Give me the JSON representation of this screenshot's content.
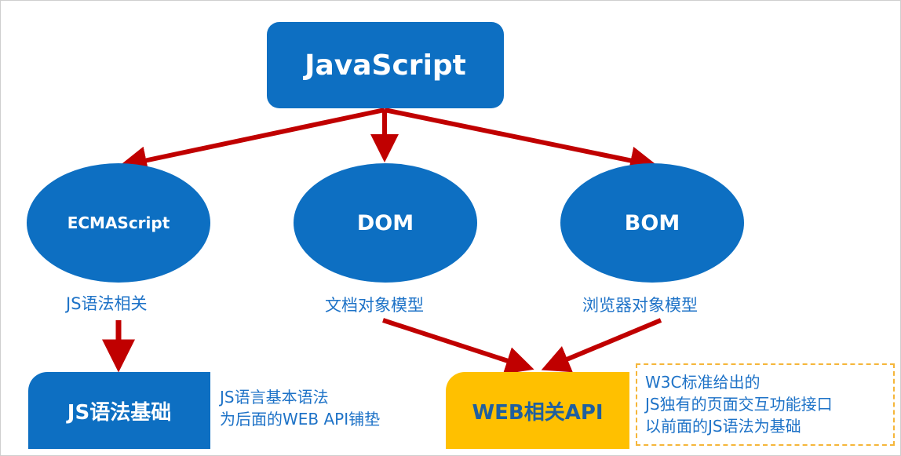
{
  "root": {
    "label": "JavaScript"
  },
  "children": [
    {
      "id": "ecma",
      "label": "ECMAScript",
      "caption": "JS语法相关"
    },
    {
      "id": "dom",
      "label": "DOM",
      "caption": "文档对象模型"
    },
    {
      "id": "bom",
      "label": "BOM",
      "caption": "浏览器对象模型"
    }
  ],
  "leaves": {
    "js_basics": {
      "label": "JS语法基础",
      "note": [
        "JS语言基本语法",
        "为后面的WEB API铺垫"
      ]
    },
    "web_api": {
      "label": "WEB相关API",
      "note": [
        "W3C标准给出的",
        "JS独有的页面交互功能接口",
        "以前面的JS语法为基础"
      ]
    }
  },
  "colors": {
    "node_blue": "#0d6fc2",
    "arrow_red": "#c00000",
    "web_api_yellow": "#ffc000",
    "note_border": "#f5b63a",
    "caption_blue": "#1d72c7"
  }
}
